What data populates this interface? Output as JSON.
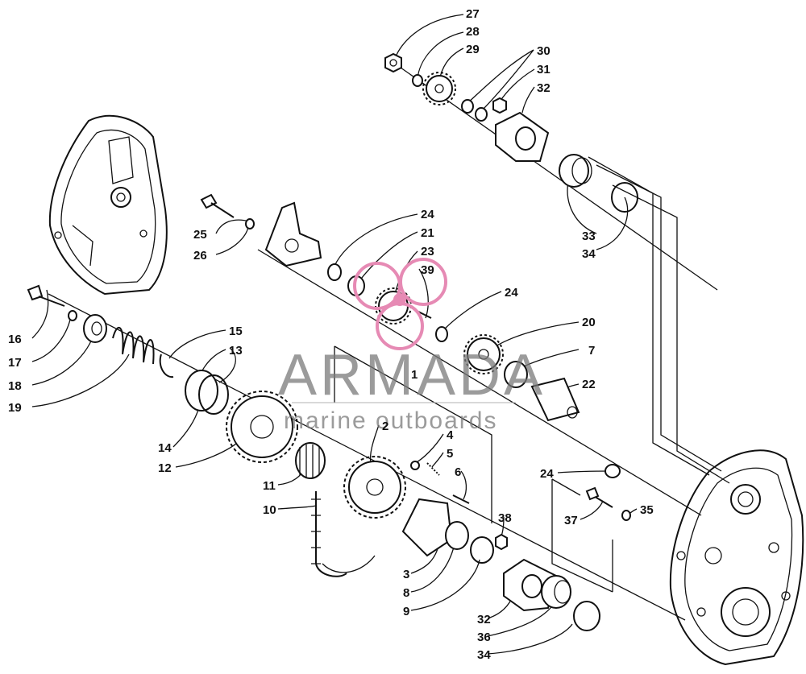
{
  "watermark": {
    "brand": "ARMADA",
    "tagline": "marine outboards",
    "logo_color": "#e68ab4",
    "text_color": "#7a7a7a"
  },
  "part_labels": [
    {
      "id": "27",
      "text": "27"
    },
    {
      "id": "28",
      "text": "28"
    },
    {
      "id": "29",
      "text": "29"
    },
    {
      "id": "30",
      "text": "30"
    },
    {
      "id": "31",
      "text": "31"
    },
    {
      "id": "32a",
      "text": "32"
    },
    {
      "id": "33",
      "text": "33"
    },
    {
      "id": "34a",
      "text": "34"
    },
    {
      "id": "24a",
      "text": "24"
    },
    {
      "id": "21",
      "text": "21"
    },
    {
      "id": "23",
      "text": "23"
    },
    {
      "id": "39",
      "text": "39"
    },
    {
      "id": "24b",
      "text": "24"
    },
    {
      "id": "25",
      "text": "25"
    },
    {
      "id": "26",
      "text": "26"
    },
    {
      "id": "20",
      "text": "20"
    },
    {
      "id": "7",
      "text": "7"
    },
    {
      "id": "22",
      "text": "22"
    },
    {
      "id": "16",
      "text": "16"
    },
    {
      "id": "17",
      "text": "17"
    },
    {
      "id": "18",
      "text": "18"
    },
    {
      "id": "19",
      "text": "19"
    },
    {
      "id": "15",
      "text": "15"
    },
    {
      "id": "13",
      "text": "13"
    },
    {
      "id": "14",
      "text": "14"
    },
    {
      "id": "12",
      "text": "12"
    },
    {
      "id": "1",
      "text": "1"
    },
    {
      "id": "2",
      "text": "2"
    },
    {
      "id": "4",
      "text": "4"
    },
    {
      "id": "5",
      "text": "5"
    },
    {
      "id": "6",
      "text": "6"
    },
    {
      "id": "11",
      "text": "11"
    },
    {
      "id": "10",
      "text": "10"
    },
    {
      "id": "24c",
      "text": "24"
    },
    {
      "id": "37",
      "text": "37"
    },
    {
      "id": "35",
      "text": "35"
    },
    {
      "id": "38",
      "text": "38"
    },
    {
      "id": "3",
      "text": "3"
    },
    {
      "id": "8",
      "text": "8"
    },
    {
      "id": "9",
      "text": "9"
    },
    {
      "id": "32b",
      "text": "32"
    },
    {
      "id": "36",
      "text": "36"
    },
    {
      "id": "34b",
      "text": "34"
    }
  ]
}
